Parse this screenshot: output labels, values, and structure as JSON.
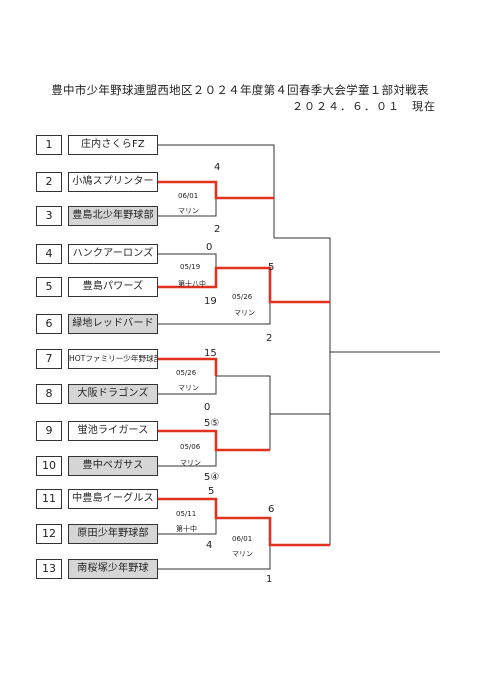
{
  "header": {
    "title": "豊中市少年野球連盟西地区２０２４年度第４回春季大会学童１部対戦表",
    "date": "２０２４．６．０１　現在"
  },
  "teams": [
    {
      "no": "1",
      "name": "庄内さくらFZ"
    },
    {
      "no": "2",
      "name": "小鳩スプリンター"
    },
    {
      "no": "3",
      "name": "豊島北少年野球部"
    },
    {
      "no": "4",
      "name": "ハンクアーロンズ"
    },
    {
      "no": "5",
      "name": "豊島パワーズ"
    },
    {
      "no": "6",
      "name": "緑地レッドバード"
    },
    {
      "no": "7",
      "name": "HOTファミリー少年野球部"
    },
    {
      "no": "8",
      "name": "大阪ドラゴンズ"
    },
    {
      "no": "9",
      "name": "蛍池ライガース"
    },
    {
      "no": "10",
      "name": "豊中ペガサス"
    },
    {
      "no": "11",
      "name": "中豊島イーグルス"
    },
    {
      "no": "12",
      "name": "原田少年野球部"
    },
    {
      "no": "13",
      "name": "南桜塚少年野球"
    }
  ],
  "results": {
    "m1": {
      "score_top": "4",
      "score_bottom": "2",
      "date": "06/01",
      "venue": "マリン"
    },
    "m2": {
      "score_top": "0",
      "score_bottom": "19",
      "date": "05/19",
      "venue": "第十八中"
    },
    "m3": {
      "score_top": "5",
      "score_bottom": "2",
      "date": "05/26",
      "venue": "マリン"
    },
    "m4": {
      "score_top": "15",
      "score_bottom": "0",
      "date": "05/26",
      "venue": "マリン"
    },
    "m5": {
      "score_top": "5⑤",
      "score_bottom": "5④",
      "date": "05/06",
      "venue": "マリン"
    },
    "m6": {
      "score_top": "5",
      "score_bottom": "4",
      "date": "05/11",
      "venue": "第十中"
    },
    "m7": {
      "score_top": "6",
      "score_bottom": "1",
      "date": "06/01",
      "venue": "マリン"
    }
  },
  "colors": {
    "win_line": "#e0321e",
    "line": "#333333",
    "shade": "#d6d6d6"
  }
}
